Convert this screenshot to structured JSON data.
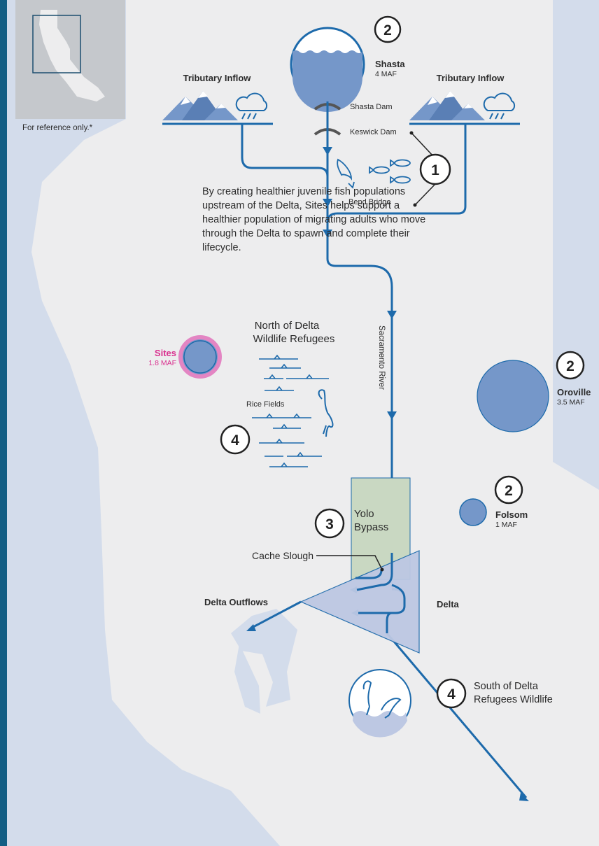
{
  "reference_note": "For reference only.*",
  "paragraph": "By creating healthier juvenile fish populations upstream of the Delta, Sites helps support a healthier population of migrating adults who move through the Delta to spawn and complete their lifecycle.",
  "tributary_left": "Tributary Inflow",
  "tributary_right": "Tributary Inflow",
  "reservoirs": {
    "shasta": {
      "name": "Shasta",
      "capacity": "4 MAF",
      "marker": "2"
    },
    "sites": {
      "name": "Sites",
      "capacity": "1.8 MAF"
    },
    "oroville": {
      "name": "Oroville",
      "capacity": "3.5 MAF",
      "marker": "2"
    },
    "folsom": {
      "name": "Folsom",
      "capacity": "1 MAF",
      "marker": "2"
    }
  },
  "dams": {
    "shasta": "Shasta Dam",
    "keswick": "Keswick Dam",
    "bend": "Bend Bridge"
  },
  "markers": {
    "fish": "1",
    "yolo": "3",
    "rice": "4",
    "south": "4"
  },
  "labels": {
    "river": "Sacramento River",
    "refuges_north_1": "North of Delta",
    "refuges_north_2": "Wildlife Refugees",
    "rice_fields": "Rice Fields",
    "yolo_1": "Yolo",
    "yolo_2": "Bypass",
    "cache_slough": "Cache Slough",
    "delta_outflows": "Delta Outflows",
    "delta": "Delta",
    "south_1": "South of Delta",
    "south_2": "Refugees Wildlife"
  },
  "colors": {
    "accent": "#1d6aab",
    "reservoir": "#7597c9",
    "land": "#ededee",
    "water": "#d3dceb",
    "sidebar": "#135e84",
    "sites_ring": "#e385c3",
    "yolo_fill": "#c9d8c2",
    "delta_fill": "#bdc8e3"
  }
}
